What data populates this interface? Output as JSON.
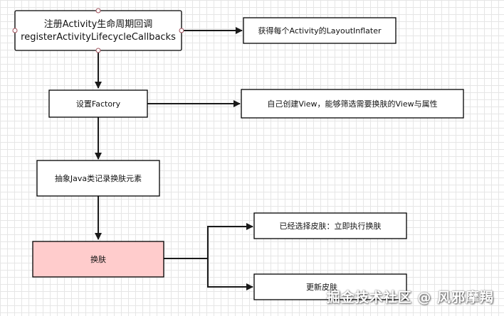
{
  "diagram": {
    "nodes": {
      "register": {
        "line1": "注册Activity生命周期回调",
        "line2": "registerActivityLifecycleCallbacks"
      },
      "layout_inflater": {
        "label": "获得每个Activity的LayoutInflater"
      },
      "set_factory": {
        "label": "设置Factory"
      },
      "create_view": {
        "label": "自己创建View，能够筛选需要换肤的View与属性"
      },
      "abstract_java": {
        "label": "抽象Java类记录换肤元素"
      },
      "change_skin": {
        "label": "换肤"
      },
      "skin_selected": {
        "label": "已经选择皮肤：立即执行换肤"
      },
      "update_skin": {
        "label": "更新皮肤"
      }
    },
    "colors": {
      "highlight_fill": "#ffcccc",
      "stroke": "#000000",
      "grid": "#e6e6e6"
    }
  },
  "watermark": {
    "text": "掘金技术社区 @ 风邪摩羯"
  }
}
